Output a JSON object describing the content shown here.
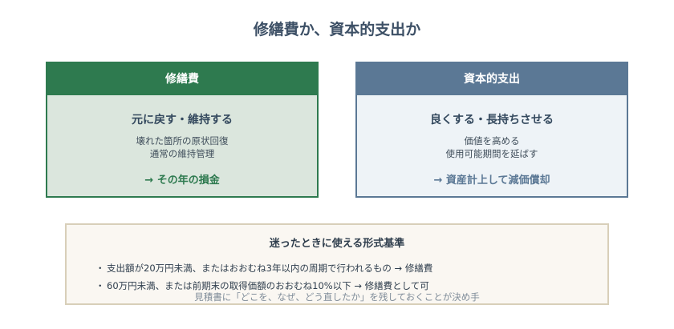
{
  "title": "修繕費か、資本的支出か",
  "left_card": {
    "heading": "修繕費",
    "subtitle": "元に戻す・維持する",
    "lines": [
      "壊れた箇所の原状回復",
      "通常の維持管理"
    ],
    "result": "→ その年の損金",
    "color": "#2e7a4f"
  },
  "right_card": {
    "heading": "資本的支出",
    "subtitle": "良くする・長持ちさせる",
    "lines": [
      "価値を高める",
      "使用可能期間を延ばす"
    ],
    "result": "→ 資産計上して減価償却",
    "color": "#5b7895"
  },
  "rules": {
    "title": "迷ったときに使える形式基準",
    "bullet": "・",
    "items": [
      "支出額が20万円未満、またはおおむね3年以内の周期で行われるもの → 修繕費",
      "60万円未満、または前期末の取得価額のおおむね10%以下 → 修繕費として可"
    ]
  },
  "note": "見積書に「どこを、なぜ、どう直したか」を残しておくことが決め手"
}
